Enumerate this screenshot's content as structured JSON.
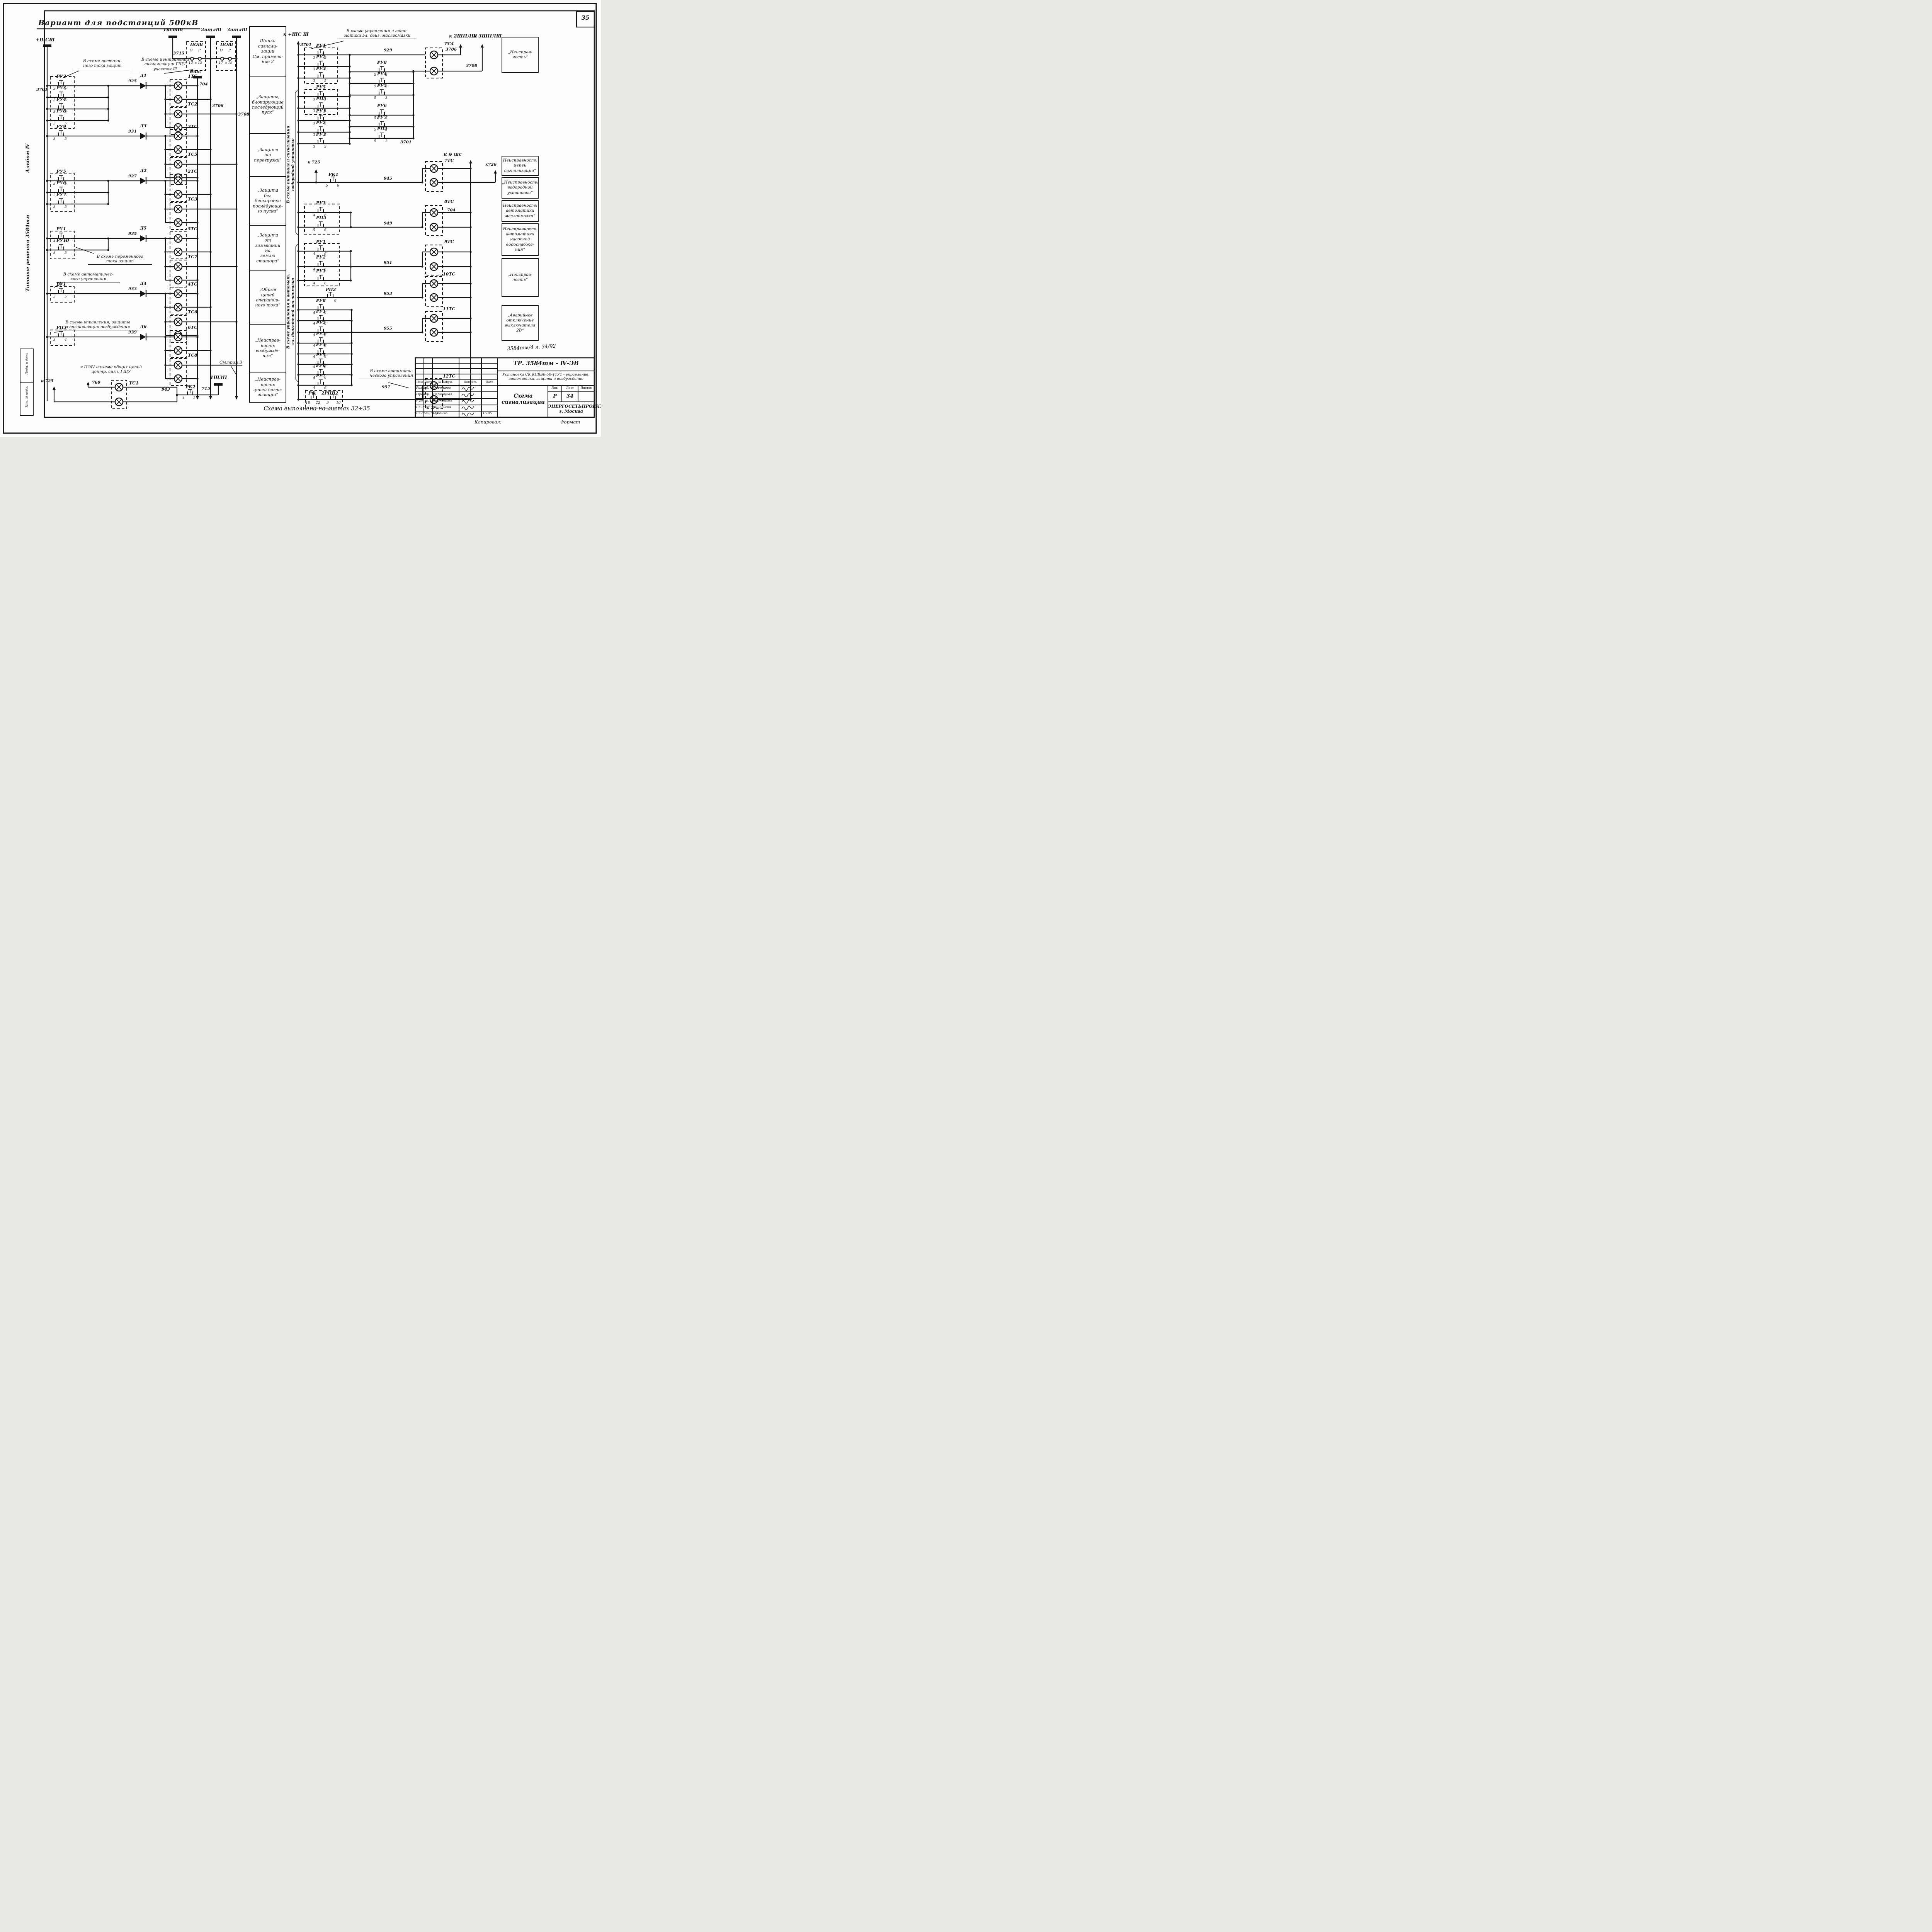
{
  "page": {
    "sheet_number": "35",
    "title": "Вариант  для  подстанций  500кВ",
    "bottom_note": "Схема  выполнена  на  листах  32÷35",
    "stamp_note": "3584тм/4  л. 34/92",
    "copied_label": "Копировал:",
    "format_label": "Формат"
  },
  "margin": {
    "series": "Типовые  решения  3584тм",
    "album": "Альбом Ⅳ",
    "stamp_top": "Подп. и дата",
    "stamp_bottom": "Инв. № подл."
  },
  "col": {
    "cells": [
      "Шинки\nсигнали-\nзации\nСм. примеча-\nние 2",
      "„Защиты,\nблокирующие\nпоследующий\nпуск“",
      "„Защита\nот\nперегрузки“",
      "„Защита\nбез\nблокировки\nпоследующе-\nго пуска“",
      "„Защита\nот\nзамыканий\nна\nземлю\nстатора“",
      "„Обрыв\nцепей\nоператив-\nного тока“",
      "„Неисправ-\nность\nвозбужде-\nния“",
      "„Неисправ-\nность\nцепей сигна-\nлизации“"
    ]
  },
  "left": {
    "bus_plus": "+ШСⅢ",
    "bus1": "1шзпⅢ",
    "bus2": "2шплⅢ",
    "bus3": "3шплⅢ",
    "bus_minus": "⊖шс",
    "bus_1shzp": "1ШЗП",
    "w3701": "3701",
    "w3715": "3715",
    "w704": "704",
    "w3706": "3706",
    "w3708": "3708",
    "w769": "769",
    "w943": "943",
    "w715": "715",
    "k725": "к 725",
    "note3": "См.прим.3",
    "tc1": "ТС1",
    "rk2": {
      "name": "РК2",
      "a": "4",
      "b": "3"
    },
    "po": [
      {
        "t": "ПОⅢ",
        "o": "О",
        "p": "Р",
        "a": "13",
        "b": "15"
      },
      {
        "t": "ПОⅢ",
        "o": "О",
        "p": "Р",
        "a": "17",
        "b": "19"
      }
    ],
    "ann_dc": "В схеме постоян-\nного тока защит",
    "ann_central": "В схеме центральной\nсигнализации ГЩУ\nучасток Ⅲ",
    "ann_ac": "В схеме переменного\nтока защит",
    "ann_auto": "В схеме автоматичес-\nкого управления",
    "ann_exc": "В схеме  управления, защиты\nи сигнализации  возбуждения",
    "ann_po4": "к ПОⅣ в схеме общих цепей\nцентр. сигн. ГЩУ",
    "groups": [
      {
        "wire": "925",
        "diode": "Д1",
        "lamp1": "1ТС",
        "lamp2": "ТС2",
        "relays": [
          {
            "name": "РУ2",
            "a": "3",
            "b": "5"
          },
          {
            "name": "РУ3",
            "a": "3",
            "b": "5"
          },
          {
            "name": "РУ4",
            "a": "3",
            "b": "5"
          },
          {
            "name": "РУ8",
            "a": "3",
            "b": "5"
          }
        ]
      },
      {
        "wire": "931",
        "diode": "Д3",
        "lamp1": "3ТС",
        "lamp2": "ТС5",
        "relays": [
          {
            "name": "РУ9",
            "a": "3",
            "b": "5"
          }
        ]
      },
      {
        "wire": "927",
        "diode": "Д2",
        "lamp1": "2ТС",
        "lamp2": "ТС3",
        "relays": [
          {
            "name": "РУ5",
            "a": "3",
            "b": "5"
          },
          {
            "name": "РУ6",
            "a": "3",
            "b": "5"
          },
          {
            "name": "РУ7",
            "a": "3",
            "b": "5"
          }
        ]
      },
      {
        "wire": "935",
        "diode": "Д5",
        "lamp1": "5ТС",
        "lamp2": "ТС7",
        "relays": [
          {
            "name": "РУ1",
            "a": "4",
            "b": "6"
          },
          {
            "name": "РУ10",
            "a": "3",
            "b": "5"
          }
        ]
      },
      {
        "wire": "933",
        "diode": "Д4",
        "lamp1": "4ТС",
        "lamp2": "ТС6",
        "relays": [
          {
            "name": "РУ1",
            "a": "3",
            "b": "5"
          }
        ]
      },
      {
        "wire": "939",
        "diode": "Д6",
        "lamp1": "6ТС",
        "lamp2": "ТС8",
        "relays": [
          {
            "name": "РП3",
            "a": "3",
            "b": "4"
          }
        ]
      }
    ]
  },
  "right": {
    "bus_label": "к +ШС Ⅲ",
    "w3701a": "3701",
    "w3701b": "3701",
    "ann_oil": "В схеме  управления  и авто-\nматики  эл. двиг.  маслосмазки",
    "ann_auto": "В схеме  автомати-\nческого  управления",
    "vert1": "В схеме питания и сигнализации\nводородной установки",
    "vert2": "В схеме управления и автомат.\nэл. двигателей  маслосмазки",
    "w929": "929",
    "w945": "945",
    "w949": "949",
    "w951": "951",
    "w953": "953",
    "w955": "955",
    "w957": "957",
    "w3706": "3706",
    "w3708": "3708",
    "w704": "704",
    "k2": "к 2ШПЛⅢ",
    "k3": "к 3ШПЛⅢ",
    "k725": "к 725",
    "kminus": "к ⊖ шс",
    "k726": "к726",
    "tc4": "ТС4",
    "tc7": "7ТС",
    "tc8": "8ТС",
    "tc9": "9ТС",
    "tc10": "10ТС",
    "tc11": "11ТС",
    "tc12": "12ТС",
    "fault": "„Неисправ-\nность“",
    "u1": [
      {
        "name": "РУ1",
        "a": "3",
        "b": "5"
      },
      {
        "name": "РУ2",
        "a": "3",
        "b": "5"
      },
      {
        "name": "РУ3",
        "a": "3",
        "b": "5"
      }
    ],
    "u2": [
      {
        "name": "РУ5",
        "a": "3",
        "b": "5"
      },
      {
        "name": "РП5",
        "a": "3",
        "b": "4"
      }
    ],
    "u3": [
      {
        "name": "РУ1",
        "a": "3",
        "b": "5"
      },
      {
        "name": "РУ2",
        "a": "3",
        "b": "5"
      },
      {
        "name": "РУ3",
        "a": "3",
        "b": "5"
      }
    ],
    "r1": [
      {
        "name": "РУ8",
        "a": "5",
        "b": "3"
      },
      {
        "name": "РУ4",
        "a": "5",
        "b": "3"
      },
      {
        "name": "РУ5",
        "a": "5",
        "b": "3"
      }
    ],
    "r2": [
      {
        "name": "РУ6",
        "a": "5",
        "b": "3"
      },
      {
        "name": "РУ7",
        "a": "5",
        "b": "3"
      },
      {
        "name": "РП2",
        "a": "5",
        "b": "3"
      }
    ],
    "rk1": {
      "name": "РК1",
      "a": "5",
      "b": "6"
    },
    "lb1": [
      {
        "name": "РУ3",
        "a": "4",
        "b": "6"
      },
      {
        "name": "РП5",
        "a": "5",
        "b": "6"
      }
    ],
    "lb2": [
      {
        "name": "РУ1",
        "a": "4",
        "b": "6"
      },
      {
        "name": "РУ2",
        "a": "4",
        "b": "6"
      },
      {
        "name": "РУ3",
        "a": "4",
        "b": "6"
      }
    ],
    "rp2": {
      "name": "РП2",
      "a": "5",
      "b": "6"
    },
    "t1": [
      {
        "name": "РУ8",
        "a": "4",
        "b": "6"
      },
      {
        "name": "РУ1",
        "a": "4",
        "b": "6"
      },
      {
        "name": "РУ2",
        "a": "4",
        "b": "6"
      }
    ],
    "t2": [
      {
        "name": "РУ3",
        "a": "4",
        "b": "6"
      },
      {
        "name": "РУ4",
        "a": "4",
        "b": "6"
      },
      {
        "name": "РУ5",
        "a": "4",
        "b": "6"
      },
      {
        "name": "РУ6",
        "a": "4",
        "b": "6"
      },
      {
        "name": "РУ7",
        "a": "4",
        "b": "6"
      }
    ],
    "rf": {
      "name": "РФ",
      "a": "18",
      "b": "22"
    },
    "rpv": {
      "name": "2РПВ2",
      "a": "9",
      "b": "10"
    },
    "boxes": [
      "Неисправность\nцепей\nсигнализации“",
      "„Неисправность\nводородной\nустановки“",
      "Неисправность\nавтоматики\nмаслосмазки“",
      "Неисправность\nавтоматики\nнасосной\nводоснабже-\nния“",
      "„Неисправ-\nность“",
      "„Аварийное\nотключение\nвыключателя\n2В“"
    ]
  },
  "tb": {
    "code": "ТР. 3584тм - Ⅳ-ЭВ",
    "project": "Установка  СК КСВБ0-50-11У1 - управление,\nавтоматика, защита и возбуждение",
    "doc": "Схема  сигнализации",
    "lit_h": "Лит.",
    "sheet_h": "Лист",
    "sheets_h": "Листов",
    "lit": "Р",
    "sheet": "34",
    "sheets": "",
    "org": "ЭНЕРГОСЕТЬПРОЕКТ\nг. Москва",
    "cols": {
      "izm": "Изм",
      "list": "Лист",
      "doc": "№ Докум.",
      "sign": "Подпись",
      "date": "Дата"
    },
    "rows": [
      {
        "role": "Разраб.",
        "name": "Снеткова"
      },
      {
        "role": "Провер.",
        "name": "Верницкая"
      },
      {
        "role": "Рук. гр.",
        "name": "Верницкая"
      },
      {
        "role": "Гл.инж.пр.",
        "name": "Зиновьева"
      },
      {
        "role": "Гл.спец.отд",
        "name": "Руденко",
        "date": "16.05"
      }
    ]
  }
}
